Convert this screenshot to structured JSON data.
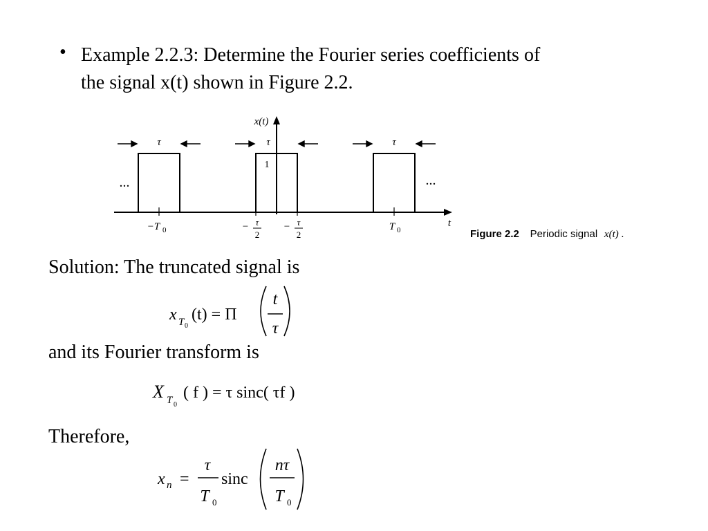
{
  "bullet": "•",
  "example_line1": "Example 2.2.3: Determine the Fourier series coefficients of",
  "example_line2": "the signal x(t) shown in Figure 2.2.",
  "figure": {
    "ylabel": "x(t)",
    "xlabel": "t",
    "tau": "τ",
    "amplitude": "1",
    "ellipsis": "...",
    "tick_minus_T0": "−T",
    "tick_T0": "T",
    "sub0": "0",
    "minus": "−",
    "frac_tau": "τ",
    "frac_2": "2",
    "caption_bold": "Figure 2.2",
    "caption_text": "Periodic signal",
    "caption_math": "x(t)",
    "caption_end": "."
  },
  "solution_text": "Solution: The truncated signal is",
  "eq1": {
    "x": "x",
    "T": "T",
    "zero": "0",
    "lhs_arg": "(t) = Π",
    "num": "t",
    "den": "τ"
  },
  "transform_text": "and its Fourier transform is",
  "eq2": {
    "X": "X",
    "T": "T",
    "zero": "0",
    "rest": "( f ) = τ sinc( τf )"
  },
  "therefore_text": "Therefore,",
  "eq3": {
    "x": "x",
    "n": "n",
    "eq": "=",
    "tau": "τ",
    "T": "T",
    "zero": "0",
    "sinc": "sinc",
    "num": "nτ"
  }
}
